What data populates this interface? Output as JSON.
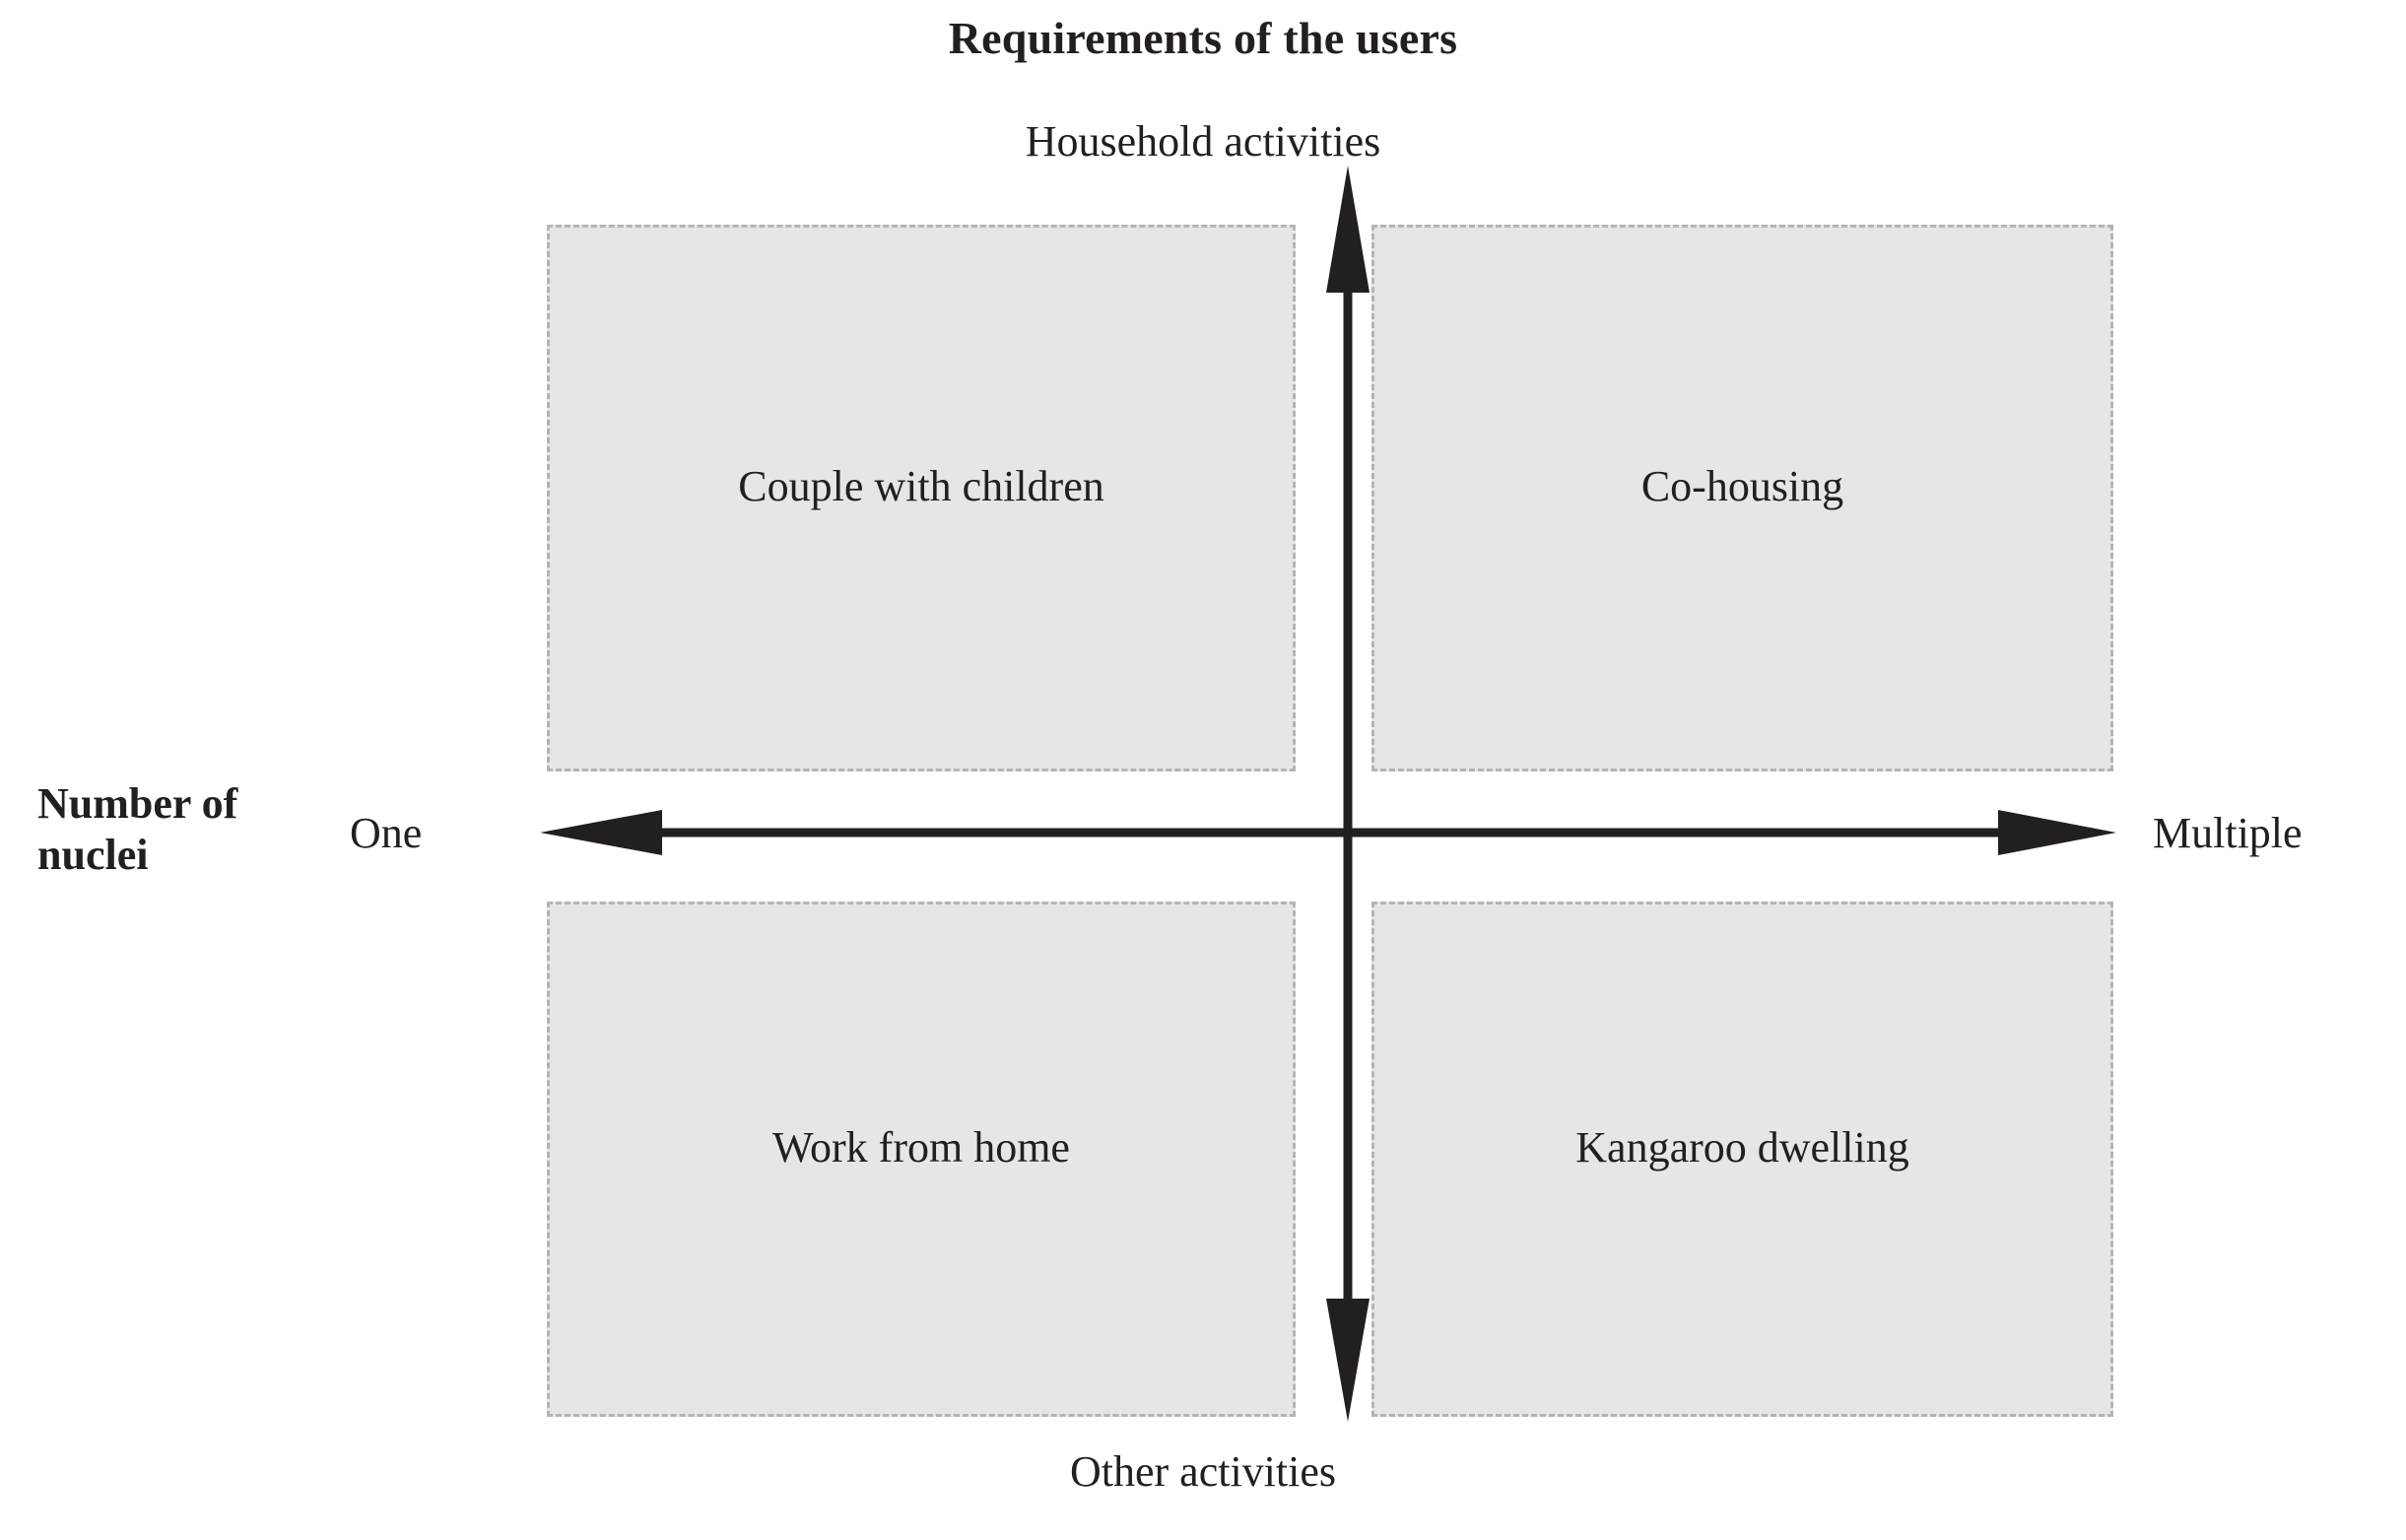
{
  "title": "Requirements of the users",
  "axes": {
    "vertical": {
      "top_label": "Household activities",
      "bottom_label": "Other activities"
    },
    "horizontal": {
      "title": "Number of\nnuclei",
      "title_line1": "Number of",
      "title_line2": "nuclei",
      "left_label": "One",
      "right_label": "Multiple"
    }
  },
  "quadrants": [
    {
      "id": "top-left",
      "label": "Couple with children"
    },
    {
      "id": "top-right",
      "label": "Co-housing"
    },
    {
      "id": "bottom-left",
      "label": "Work from home"
    },
    {
      "id": "bottom-right",
      "label": "Kangaroo dwelling"
    }
  ],
  "colors": {
    "quadrant_fill": "#e5e6e7",
    "quadrant_border": "#b3b4b6",
    "axis_line": "#231f20",
    "text": "#231f20",
    "background": "#ffffff"
  },
  "chart_data": {
    "type": "diagram",
    "subtype": "2x2-matrix",
    "title": "Requirements of the users",
    "xlabel": "Number of nuclei",
    "ylabel": "Requirements of the users",
    "x_axis": {
      "low": "One",
      "high": "Multiple"
    },
    "y_axis": {
      "low": "Other activities",
      "high": "Household activities"
    },
    "cells": [
      {
        "x": "One",
        "y": "Household activities",
        "label": "Couple with children"
      },
      {
        "x": "Multiple",
        "y": "Household activities",
        "label": "Co-housing"
      },
      {
        "x": "One",
        "y": "Other activities",
        "label": "Work from home"
      },
      {
        "x": "Multiple",
        "y": "Other activities",
        "label": "Kangaroo dwelling"
      }
    ],
    "legend": [],
    "grid": false
  }
}
